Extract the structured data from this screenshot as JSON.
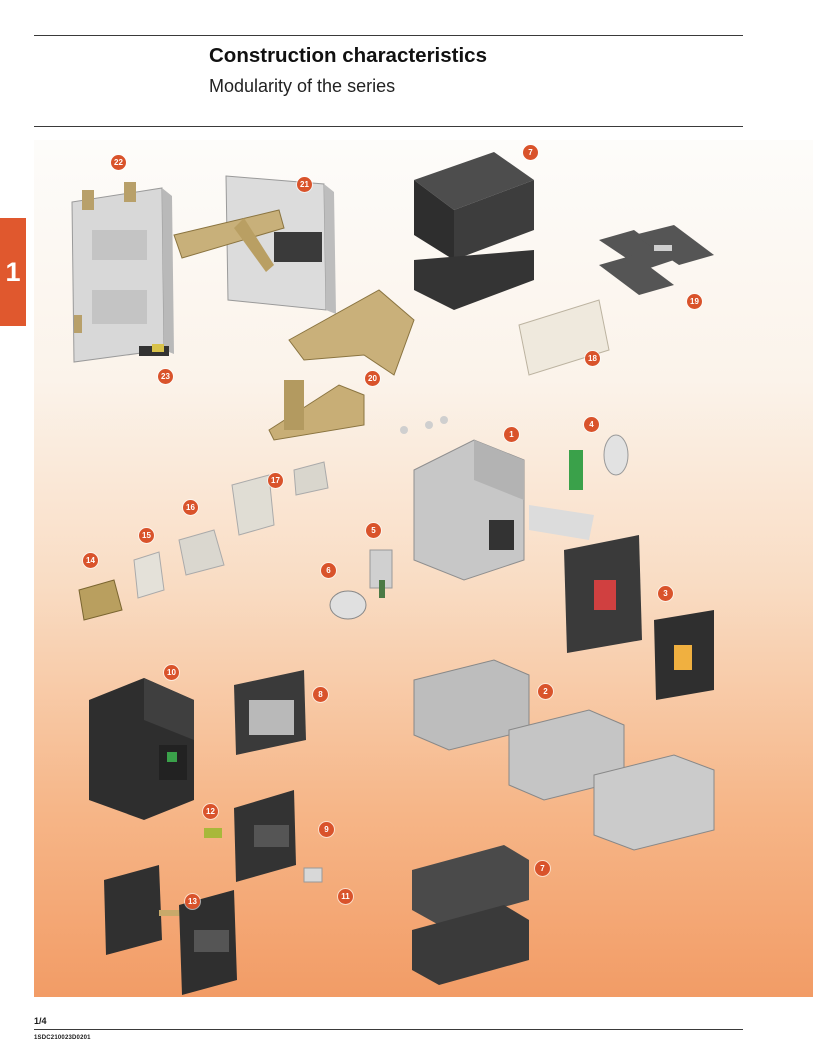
{
  "header": {
    "title": "Construction characteristics",
    "subtitle": "Modularity of the series"
  },
  "chapter_tab": {
    "label": "1",
    "color": "#e0582e"
  },
  "illustration": {
    "callout_color": "#d9532b",
    "callouts": [
      "22",
      "21",
      "7",
      "19",
      "18",
      "23",
      "20",
      "1",
      "4",
      "17",
      "16",
      "5",
      "15",
      "6",
      "14",
      "3",
      "10",
      "8",
      "2",
      "12",
      "9",
      "7",
      "11",
      "13"
    ]
  },
  "footer": {
    "page_number": "1/4",
    "document_code": "1SDC210023D0201"
  }
}
